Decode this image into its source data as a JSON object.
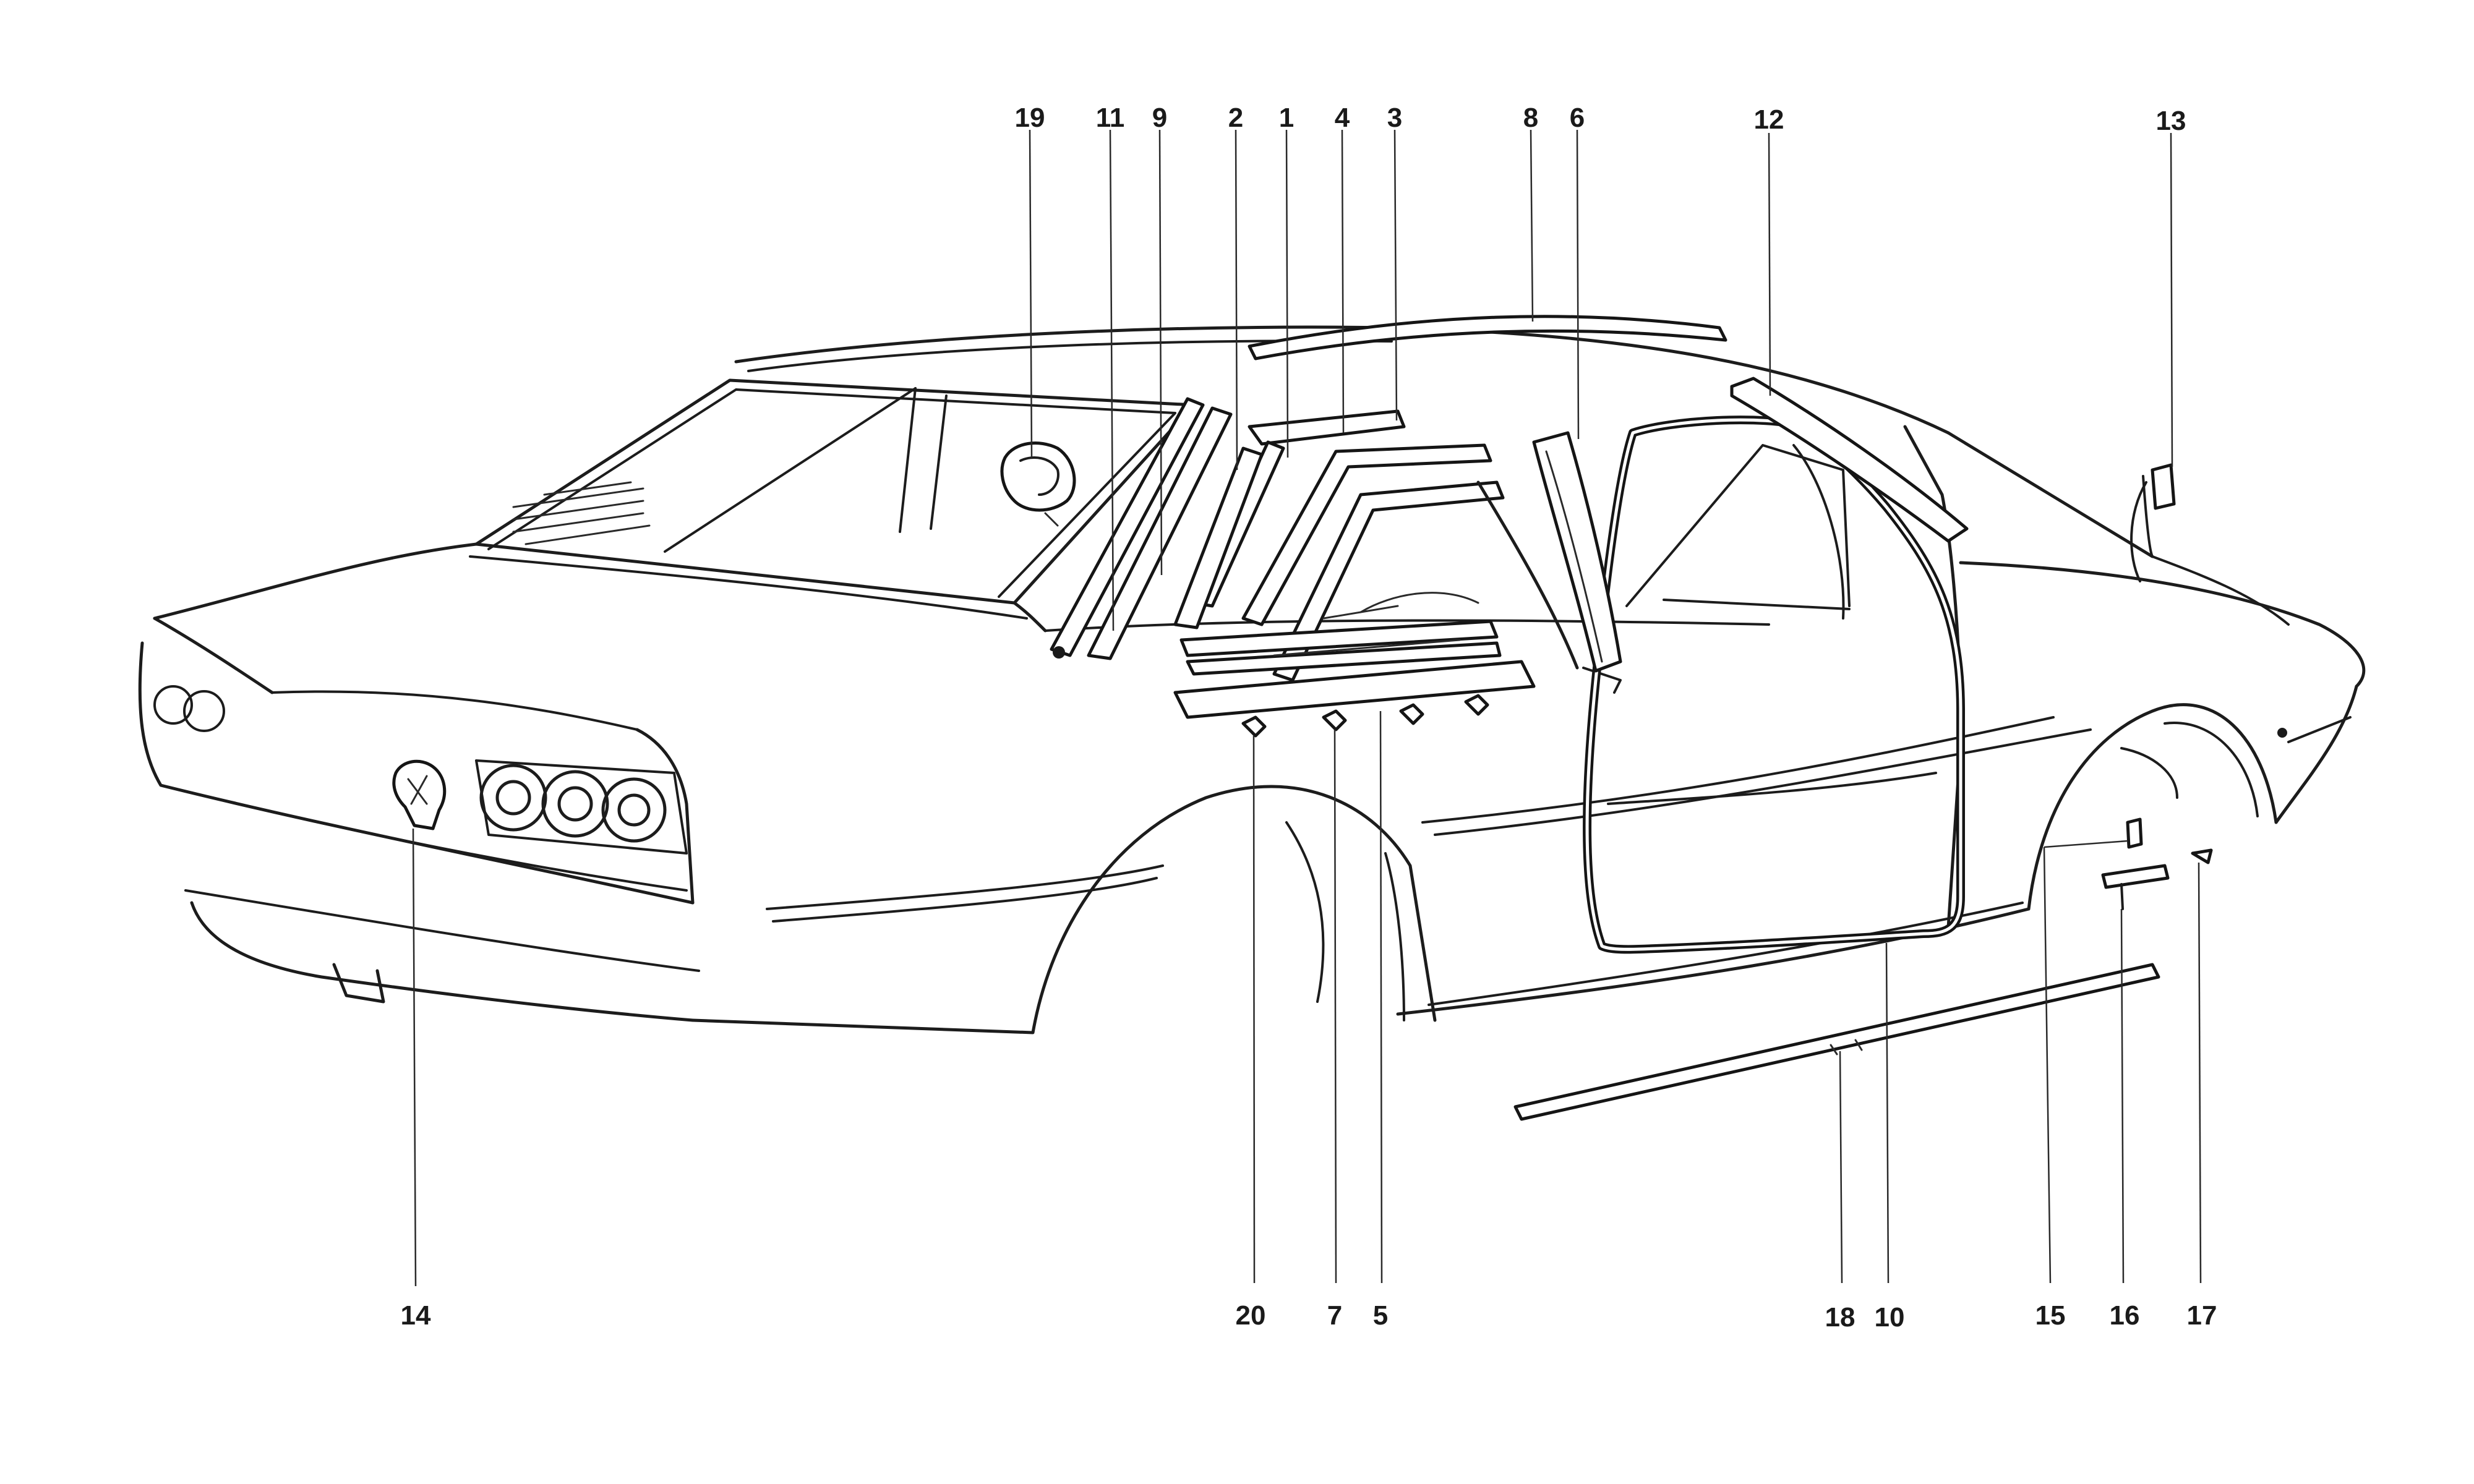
{
  "callouts": [
    {
      "id": "c1",
      "label": "1"
    },
    {
      "id": "c2",
      "label": "2"
    },
    {
      "id": "c3",
      "label": "3"
    },
    {
      "id": "c4",
      "label": "4"
    },
    {
      "id": "c5",
      "label": "5"
    },
    {
      "id": "c6",
      "label": "6"
    },
    {
      "id": "c7",
      "label": "7"
    },
    {
      "id": "c8",
      "label": "8"
    },
    {
      "id": "c9",
      "label": "9"
    },
    {
      "id": "c10",
      "label": "10"
    },
    {
      "id": "c11",
      "label": "11"
    },
    {
      "id": "c12",
      "label": "12"
    },
    {
      "id": "c13",
      "label": "13"
    },
    {
      "id": "c14",
      "label": "14"
    },
    {
      "id": "c15",
      "label": "15"
    },
    {
      "id": "c16",
      "label": "16"
    },
    {
      "id": "c17",
      "label": "17"
    },
    {
      "id": "c18",
      "label": "18"
    },
    {
      "id": "c19",
      "label": "19"
    },
    {
      "id": "c20",
      "label": "20"
    }
  ]
}
